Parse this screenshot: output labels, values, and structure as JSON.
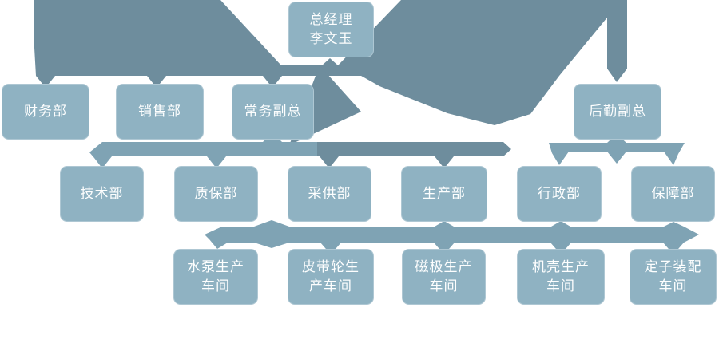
{
  "diagram": {
    "title": "",
    "type": "org-chart"
  },
  "colors": {
    "dark_connector": "#6e8d9d",
    "medium_connector": "#7fa3b4",
    "node_fill": "#8fb2c2",
    "node_text": "#fdfefe",
    "background": "#ffffff"
  },
  "nodes": {
    "general_manager": {
      "line1": "总经理",
      "line2": "李文玉"
    },
    "finance": {
      "line1": "财务部"
    },
    "sales": {
      "line1": "销售部"
    },
    "executive_deputy": {
      "line1": "常务副总"
    },
    "logistics_deputy": {
      "line1": "后勤副总"
    },
    "technology": {
      "line1": "技术部"
    },
    "quality": {
      "line1": "质保部"
    },
    "procurement": {
      "line1": "采供部"
    },
    "production": {
      "line1": "生产部"
    },
    "administration": {
      "line1": "行政部"
    },
    "support": {
      "line1": "保障部"
    },
    "pump_workshop": {
      "line1": "水泵生产",
      "line2": "车间"
    },
    "pulley_workshop": {
      "line1": "皮带轮生",
      "line2": "产车间"
    },
    "magnetic_pole_workshop": {
      "line1": "磁极生产",
      "line2": "车间"
    },
    "casing_workshop": {
      "line1": "机壳生产",
      "line2": "车间"
    },
    "stator_workshop": {
      "line1": "定子装配",
      "line2": "车间"
    }
  }
}
